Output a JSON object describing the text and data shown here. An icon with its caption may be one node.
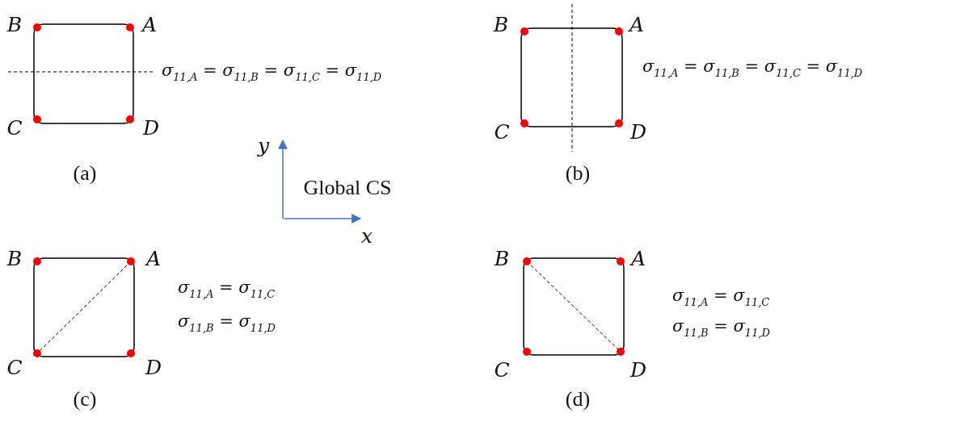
{
  "diagram": {
    "labels": [
      "B",
      "A",
      "σ$_{11,A}$ = σ$_{11,B}$ = σ$_{11,C}$ = σ$_{11,D}$",
      "B",
      "A",
      "σ$_{11,A}$ = σ$_{11,B}$ = σ$_{11,C}$ = σ$_{11,D}$",
      "C",
      "D",
      "C",
      "D",
      "y",
      "(a)",
      "Global CS",
      "(b)",
      "x",
      "B",
      "A",
      "B",
      "A",
      "σ$_{11,A}$ = σ$_{11,C}$",
      "σ$_{11,A}$ = σ$_{11,C}$",
      "σ$_{11,B}$ = σ$_{11,D}$",
      "σ$_{11,B}$ = σ$_{11,D}$",
      "C",
      "D",
      "C",
      "D",
      "(c)",
      "(d)"
    ]
  }
}
